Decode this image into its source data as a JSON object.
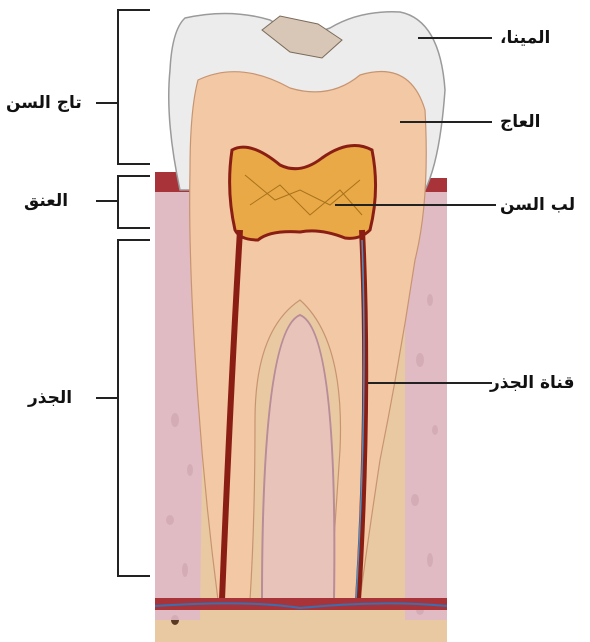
{
  "labels": {
    "crown": "تاج السن",
    "neck": "العنق",
    "root": "الجذر",
    "enamel": "المينا،",
    "dentin": "العاج",
    "pulp": "لب السن",
    "root_canal": "قناة الجذر"
  },
  "colors": {
    "enamel": "#ececec",
    "dentin": "#f2c9a4",
    "pulp": "#e8a946",
    "pulp_vessel": "#8b1e14",
    "gum": "#e0b9c6",
    "bone": "#e9c9a2",
    "bone_pores": "#5a3a24",
    "line": "#222222"
  }
}
